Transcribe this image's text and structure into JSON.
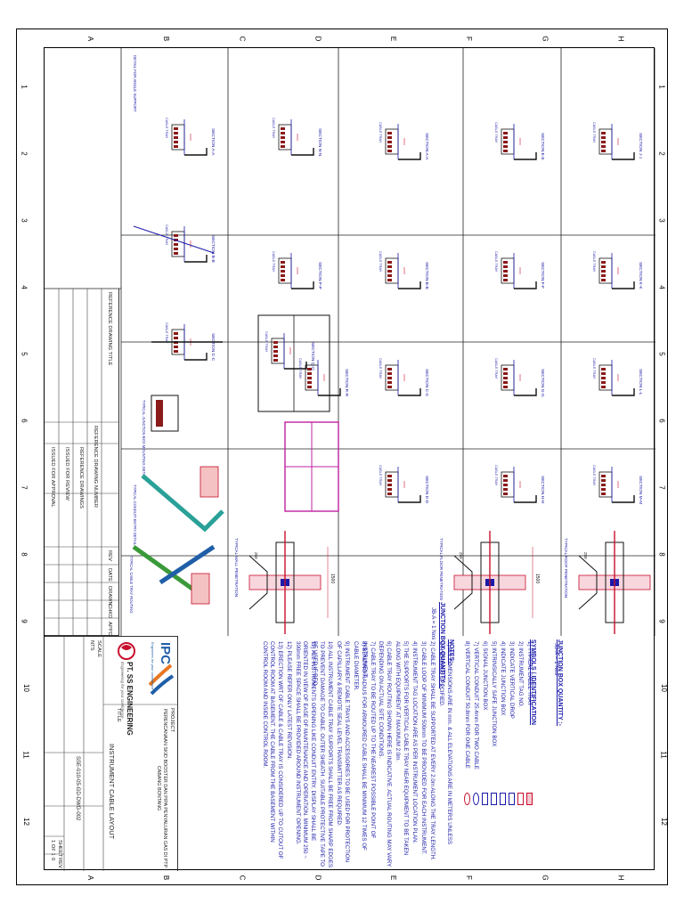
{
  "zones_top": [
    "1",
    "2",
    "3",
    "4",
    "5",
    "6",
    "7",
    "8",
    "9",
    "10",
    "11",
    "12"
  ],
  "zones_side": [
    "A",
    "B",
    "C",
    "D",
    "E",
    "F",
    "G",
    "H"
  ],
  "title_block": {
    "project_label": "PROJECT",
    "project": "PERENCANAAN SKID BOOSTER DAN PIPA PENYALURAN GAS DI PTP CABANG BONTANG",
    "title_label": "TITLE",
    "title": "INSTRUMENT CABLE LAYOUT",
    "doc_no": "SSE-010-05-GD-DWG-002",
    "scale_label": "SCALE",
    "scale": "NTS",
    "sheet_label": "SHEET",
    "sheet": "1 OF 1",
    "rev_label": "REV",
    "rev": "0",
    "client_logo": "IPC",
    "client_tag": "Engineers for your confidence",
    "company": "PT. SS ENGINEERING",
    "company_tag": "Engineering for your confidence"
  },
  "revision_table": {
    "headers": [
      "REV",
      "DATE",
      "DESCRIPTION",
      "DRAWN",
      "CHKD",
      "APPD"
    ],
    "rows": [
      [
        "0",
        "",
        "ISSUED FOR REVIEW",
        "",
        "",
        ""
      ],
      [
        "A",
        "",
        "ISSUED FOR APPROVAL",
        "",
        "",
        ""
      ]
    ],
    "ref_header": "REFERENCE DRAWING TITLE",
    "ref_no": "REFERENCE DRAWING NUMBER",
    "ref_rows": [
      "REFERENCE DRAWINGS",
      "",
      "",
      ""
    ]
  },
  "junction": {
    "title": "JUNCTION BOX QUANTITY :-",
    "items": [
      "JB-A  = 1 Nos"
    ]
  },
  "symbols": {
    "title": "SYMBOLS / IDENTIFICATION",
    "items": [
      {
        "no": "1)",
        "text": "TYPICAL CABLE TRAY"
      },
      {
        "no": "2)",
        "text": "INSTRUMENT TAG NO."
      },
      {
        "no": "3)",
        "text": "INDICATE VERTICAL DROP"
      },
      {
        "no": "4)",
        "text": "INDICATE JUNCTION BOX"
      },
      {
        "no": "5)",
        "text": "INTRINSICALLY SAFE JUNCTION BOX"
      },
      {
        "no": "6)",
        "text": "SIGNAL JUNCTION BOX"
      },
      {
        "no": "7)",
        "text": "VERTICAL CONDUIT 25.4mm  FOR TWO CABLE"
      },
      {
        "no": "8)",
        "text": "VERTICAL CONDUIT 50.8mm  FOR ONE CABLE"
      }
    ]
  },
  "notes": {
    "title": "NOTES:-",
    "items": [
      "1)  ALL DIMENSIONS ARE IN mm. & ALL ELEVATIONS ARE IN METERS UNLESS OTHERWISE SPECIFIED.",
      "2)  CABLE TRAY SHALL BE SUPPORTED AT EVERY 2.0m ALONG THE TRAY LENGTH.",
      "3)  CABLE LOOP OF MINIMUM 500mm TO BE PROVIDED FOR EACH INSTRUMENT.",
      "4)  INSTRUMENT TAG LOCATION ARE AS PER INSTRUMENT LOCATION PLAN.",
      "5)  THE SUPPORTS FOR VERTICAL CABLE TRAY NEAR EQUIPMENT TO BE TAKEN ALONG WITH EQUIPMENT AT MAXIMUM 2.0m.",
      "6)  CABLE TRAY ROUTING SHOWN HERE IS INDICATIVE. ACTUAL ROUTING MAY VARY DEPENDING ON ACTUAL SITE CONDITIONS.",
      "7)  CABLE TRAY TO BE ROUTED UP TO THE NEAREST POSSIBLE POINT OF INSTRUMENT.",
      "8)  BENDING RADIUS FOR ARMOURED CABLE SHALL BE MINIMUM 12 TIMES OF CABLE DIAMETER.",
      "9)  INSTRUMENT CABLE TRAYS AND ACCESSORIES TO BE USED FOR PROTECTION OF CAPILLARY & REMOTE SEAL LEVEL TRANSMITTER AS REQUIRED.",
      "10) ALL INSTRUMENT CABLE TRAY SUPPORTS SHALL BE FREE FROM SHARP EDGES TO PREVENT DAMAGE TO CABLE. OUTER SHEATH. SUITABLE PROTECTIVE TAPE TO BE USED IF REQ.",
      "11) ALL INSTRUMENTS OPENING LIKE CONDUIT ENTRY, DISPLAY SHALL BE ORIENTED IN VIEW OF EASE OF MAINTENANCE AND OPERATION. MINIMUM 250 ~ 300mm FREE SPACE SHALL BE PROVIDED AROUND INSTRUMENT OPENING.",
      "12) PLEASE REFER ONLY LATEST REVISION.",
      "13) ERECTION WRT OF CABLE & CABLE TRAY IS CONSIDERED UP TO CUTOUT OF CONTROL ROOM AT BASEMENT. THE CABLE FROM THE BASEMENT WITHIN CONTROL ROOM AND INSIDE CONTROL ROOM."
    ]
  },
  "details": {
    "tray_label": "CABLE TRAY",
    "support_label": "TRAY SUPPORT",
    "angle_label": "L 50x50x6",
    "section_prefix": "SECTION",
    "labels": [
      "A-A",
      "B-B",
      "C-C",
      "D-D",
      "E-E",
      "F-F",
      "G-G",
      "H-H",
      "J-J",
      "K-K",
      "L-L",
      "M-M",
      "N-N",
      "P-P",
      "Q-Q",
      "R-R"
    ],
    "typ_labels": [
      "TYPICAL CABLE TRAY ROUTING",
      "TYPICAL JUNCTION BOX MOUNTING DETAIL",
      "TYPICAL CONDUIT ENTRY DETAIL",
      "DETAIL FOR ANGLE SUPPORT",
      "TYPICAL WALL PENETRATION",
      "TYPICAL FLOOR PENETRATION",
      "TYPICAL ROOF PENETRATION"
    ],
    "dim_1500": "1500",
    "dim_250": "250",
    "dim_150": "150"
  }
}
